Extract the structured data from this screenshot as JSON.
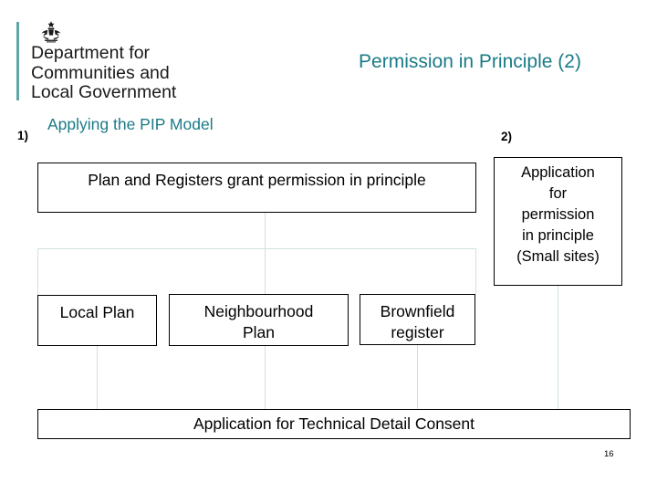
{
  "slide": {
    "title": "Permission in Principle (2)",
    "page_number": "16",
    "accent_color": "#1a7b87",
    "connector_color": "#cfe0e0",
    "box_border_color": "#000000"
  },
  "logo": {
    "crest_icon": "royal-crest-icon",
    "crest_glyph": "♕",
    "text": "Department for\nCommunities and\nLocal Government",
    "rule_color": "#5fa6a6"
  },
  "sections": {
    "left": {
      "marker": "1)",
      "subtitle": "Applying the PIP Model"
    },
    "right": {
      "marker": "2)"
    }
  },
  "diagram": {
    "boxes": [
      {
        "id": "plan-registers",
        "label": "Plan and Registers grant permission in principle"
      },
      {
        "id": "application-pip",
        "label": "Application\nfor\npermission\nin principle\n(Small sites)"
      },
      {
        "id": "local-plan",
        "label": "Local Plan"
      },
      {
        "id": "neighbourhood-plan",
        "label": "Neighbourhood\nPlan"
      },
      {
        "id": "brownfield-register",
        "label": "Brownfield\nregister"
      },
      {
        "id": "technical-detail",
        "label": "Application for Technical Detail Consent"
      }
    ]
  }
}
